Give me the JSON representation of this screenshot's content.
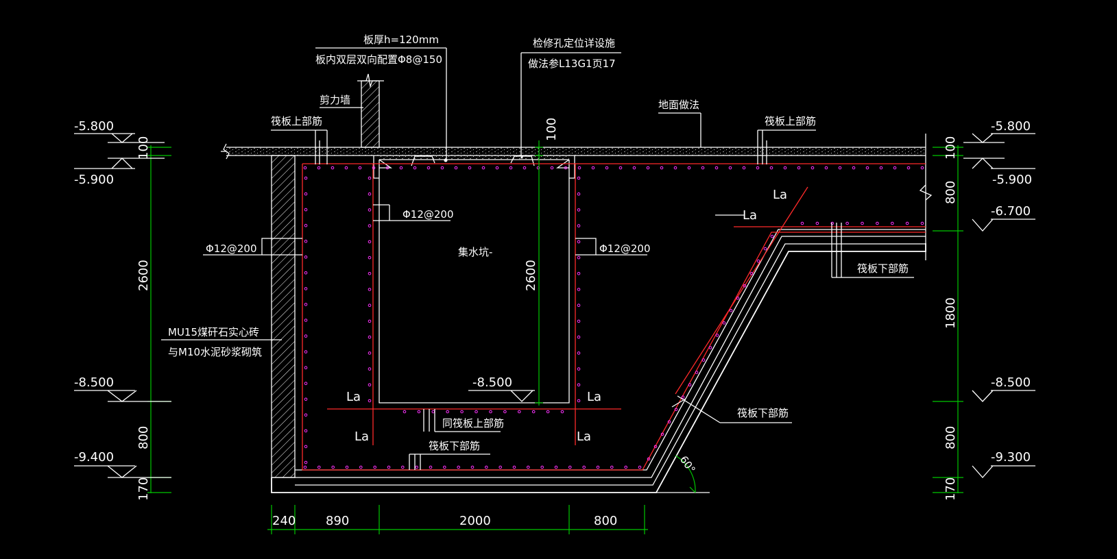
{
  "colors": {
    "background": "#000000",
    "outline": "#ffffff",
    "dimension": "#00c800",
    "rebar": "#ff2a2a",
    "rebar_dots": "#ff33ff"
  },
  "labels": {
    "slab_thickness": "板厚h=120mm",
    "slab_reinforcement": "板内双层双向配置Φ8@150",
    "shear_wall": "剪力墙",
    "raft_top_left": "筏板上部筋",
    "access_hole_1": "检修孔定位详设施",
    "access_hole_2": "做法参L13G1页17",
    "floor_finish": "地面做法",
    "raft_top_right": "筏板上部筋",
    "pit_name": "集水坑-",
    "rebar_inner_top": "Φ12@200",
    "rebar_left_wall": "Φ12@200",
    "rebar_right_wall": "Φ12@200",
    "brick_1": "MU15煤矸石实心砖",
    "brick_2": "与M10水泥砂浆砌筑",
    "same_raft_top": "同筏板上部筋",
    "raft_bottom_center": "筏板下部筋",
    "raft_bottom_slope": "筏板下部筋",
    "raft_bottom_right": "筏板下部筋",
    "angle": "60°",
    "la_slope_top": "La",
    "la_slope_left": "La",
    "la_bl_up": "La",
    "la_bl_down": "La",
    "la_br_up": "La",
    "la_br_down": "La"
  },
  "elevations": {
    "left": [
      "-5.800",
      "-5.900",
      "-8.500",
      "-9.400"
    ],
    "right": [
      "-5.800",
      "-5.900",
      "-6.700",
      "-8.500",
      "-9.300"
    ],
    "pit_bottom": "-8.500"
  },
  "dims": {
    "left_vertical": [
      "100",
      "2600",
      "800",
      "170"
    ],
    "right_vertical": [
      "100",
      "800",
      "1800",
      "800",
      "170"
    ],
    "center_vertical": [
      "100",
      "2600"
    ],
    "bottom": [
      "240",
      "890",
      "2000",
      "800"
    ]
  }
}
